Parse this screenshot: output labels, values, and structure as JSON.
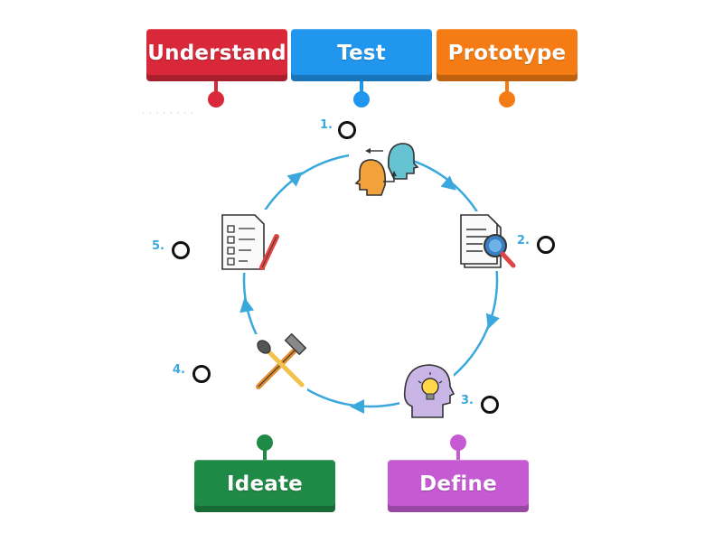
{
  "tiles": {
    "understand": {
      "label": "Understand",
      "color": "#d8283a"
    },
    "test": {
      "label": "Test",
      "color": "#2196ee"
    },
    "prototype": {
      "label": "Prototype",
      "color": "#f57c14"
    },
    "ideate": {
      "label": "Ideate",
      "color": "#1f8a45"
    },
    "define": {
      "label": "Define",
      "color": "#c65ad3"
    }
  },
  "steps": {
    "s1": "1.",
    "s2": "2.",
    "s3": "3.",
    "s4": "4.",
    "s5": "5."
  },
  "diagram": {
    "cycle_color": "#3aa8dd",
    "icons": [
      "two-heads-icon",
      "document-magnifier-icon",
      "head-lightbulb-icon",
      "tools-icon",
      "checklist-pencil-icon"
    ]
  }
}
